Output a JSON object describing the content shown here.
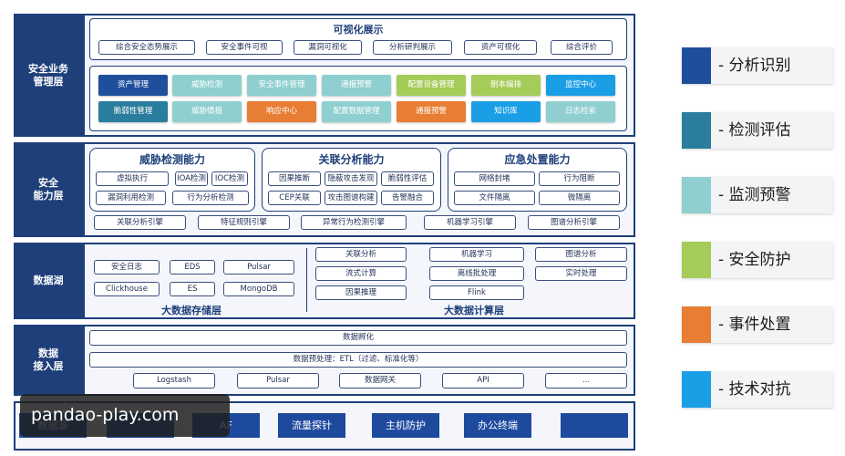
{
  "layers": {
    "business": "安全业务\n管理层",
    "ability": "安全\n能力层",
    "lake": "数据湖",
    "access": "数据\n接入层"
  },
  "visual": {
    "title": "可视化展示",
    "items": [
      "综合安全态势展示",
      "安全事件可视",
      "漏洞可视化",
      "分析研判展示",
      "资产可视化",
      "综合评价"
    ]
  },
  "business_modules": {
    "row1": [
      {
        "label": "资产管理",
        "color": "#1f4f9c"
      },
      {
        "label": "威胁检测",
        "color": "#8fcfcf"
      },
      {
        "label": "安全事件管理",
        "color": "#8fcfcf"
      },
      {
        "label": "通报预警",
        "color": "#8fcfcf"
      },
      {
        "label": "配置设备管理",
        "color": "#a5cc58"
      },
      {
        "label": "剧本编排",
        "color": "#a5cc58"
      },
      {
        "label": "监控中心",
        "color": "#1a9ee6"
      }
    ],
    "row2": [
      {
        "label": "脆弱性管理",
        "color": "#2a7d9c"
      },
      {
        "label": "威胁情报",
        "color": "#8fcfcf"
      },
      {
        "label": "响应中心",
        "color": "#e87d34"
      },
      {
        "label": "配置数据管理",
        "color": "#8fcfcf"
      },
      {
        "label": "通报预警",
        "color": "#e87d34"
      },
      {
        "label": "知识库",
        "color": "#1a9ee6"
      },
      {
        "label": "日志检索",
        "color": "#8fcfcf"
      }
    ]
  },
  "capabilities": [
    {
      "title": "威胁检测能力",
      "items": [
        "虚拟执行",
        "IOA检测",
        "IOC检测",
        "漏洞利用检测",
        "行为分析检测"
      ]
    },
    {
      "title": "关联分析能力",
      "items": [
        "因果推断",
        "隐蔽攻击发现",
        "脆弱性评估",
        "CEP关联",
        "攻击图谱构建",
        "告警融合"
      ]
    },
    {
      "title": "应急处置能力",
      "items": [
        "网络封堵",
        "行为阻断",
        "文件隔离",
        "微隔离"
      ]
    }
  ],
  "engines": [
    "关联分析引擎",
    "特征规则引擎",
    "异常行为检测引擎",
    "机器学习引擎",
    "图谱分析引擎"
  ],
  "storage": {
    "title": "大数据存储层",
    "items": [
      "安全日志",
      "EDS",
      "Pulsar",
      "Clickhouse",
      "ES",
      "MongoDB"
    ]
  },
  "compute": {
    "title": "大数据计算层",
    "col1": [
      "关联分析",
      "流式计算",
      "因果推理"
    ],
    "col2": [
      "机器学习",
      "离线批处理",
      "Flink"
    ],
    "col3": [
      "图谱分析",
      "实时处理"
    ]
  },
  "access": {
    "incubation": "数据孵化",
    "preprocess": "数据预处理：ETL（过滤、标准化等）",
    "sources": [
      "Logstash",
      "Pulsar",
      "数据网关",
      "API",
      "..."
    ]
  },
  "bottom": {
    "items": [
      "数据源",
      "",
      "AF",
      "流量探针",
      "主机防护",
      "办公终端",
      ""
    ]
  },
  "legend": [
    {
      "label": "- 分析识别",
      "color": "#1f4f9c"
    },
    {
      "label": "- 检测评估",
      "color": "#2a7d9c"
    },
    {
      "label": "- 监测预警",
      "color": "#8fcfcf"
    },
    {
      "label": "- 安全防护",
      "color": "#a5cc58"
    },
    {
      "label": "- 事件处置",
      "color": "#e87d34"
    },
    {
      "label": "- 技术对抗",
      "color": "#1a9ee6"
    }
  ],
  "watermark": "pandao-play.com"
}
